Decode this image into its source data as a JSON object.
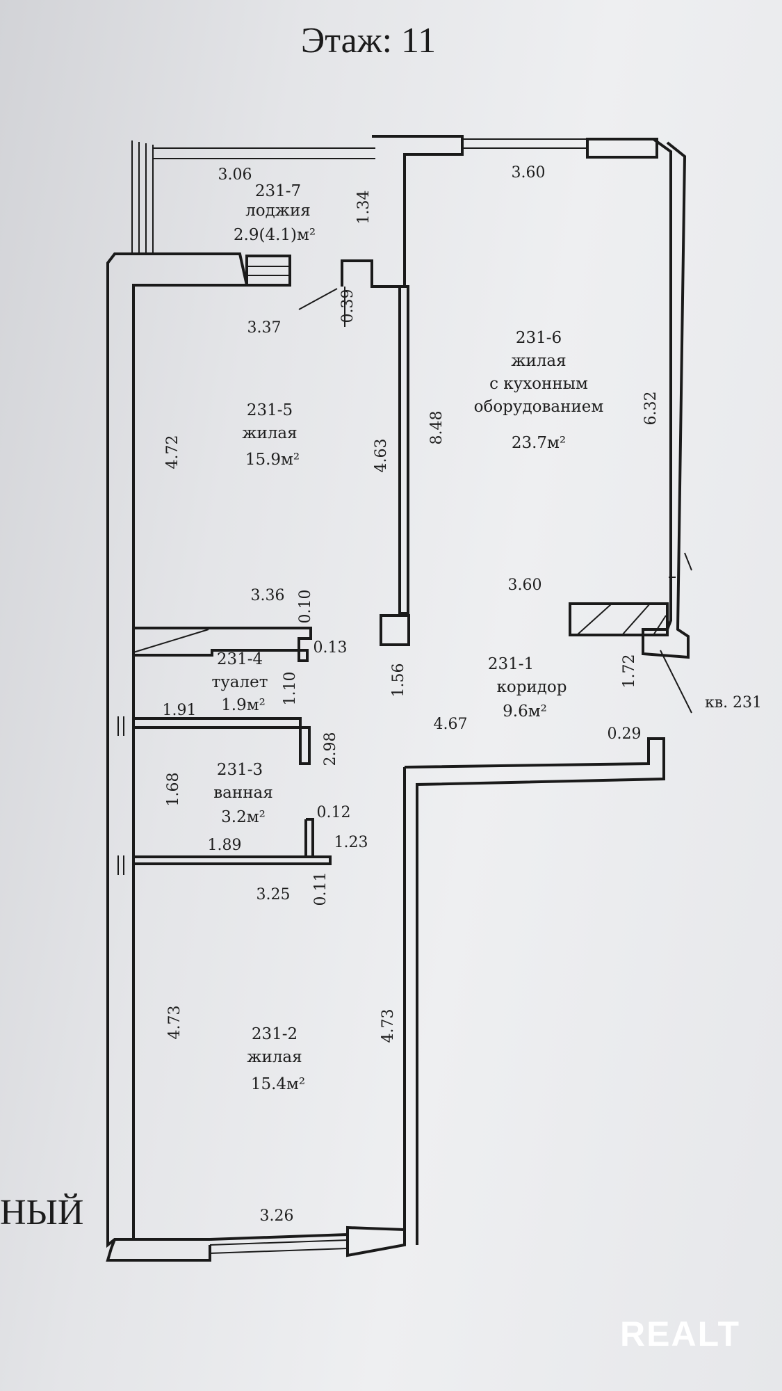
{
  "floor_title": "Этаж: 11",
  "apartment_label": "кв. 231",
  "cut_text": "НЫЙ",
  "watermark": "REALT",
  "rooms": [
    {
      "id": "231-7",
      "name": "лоджия",
      "area": "2.9(4.1)м²"
    },
    {
      "id": "231-6",
      "name_lines": [
        "жилая",
        "с кухонным",
        "оборудованием"
      ],
      "area": "23.7м²"
    },
    {
      "id": "231-5",
      "name": "жилая",
      "area": "15.9м²"
    },
    {
      "id": "231-4",
      "name": "туалет",
      "area": "1.9м²"
    },
    {
      "id": "231-1",
      "name": "коридор",
      "area": "9.6м²"
    },
    {
      "id": "231-3",
      "name": "ванная",
      "area": "3.2м²"
    },
    {
      "id": "231-2",
      "name": "жилая",
      "area": "15.4м²"
    }
  ],
  "dimensions": {
    "loggia_width": "3.06",
    "loggia_depth": "1.34",
    "r6_top": "3.60",
    "r5_top": "3.37",
    "niche": "0.39",
    "r5_height": "4.72",
    "r5_partition": "4.63",
    "r6_height": "8.48",
    "r6_right": "6.32",
    "r6_bottom": "3.60",
    "wc_top": "3.36",
    "wc_offset_top": "0.10",
    "wc_offset_side": "0.13",
    "wc_height": "1.10",
    "wc_width": "1.91",
    "corridor_left": "1.56",
    "corridor_width": "4.67",
    "corridor_right": "1.72",
    "corridor_step": "0.29",
    "bath_side": "2.98",
    "bath_height": "1.68",
    "bath_step": "0.12",
    "bath_width": "1.89",
    "bath_right": "1.23",
    "r2_offset": "0.11",
    "r2_top": "3.25",
    "r2_left": "4.73",
    "r2_right": "4.73",
    "r2_bottom": "3.26"
  }
}
